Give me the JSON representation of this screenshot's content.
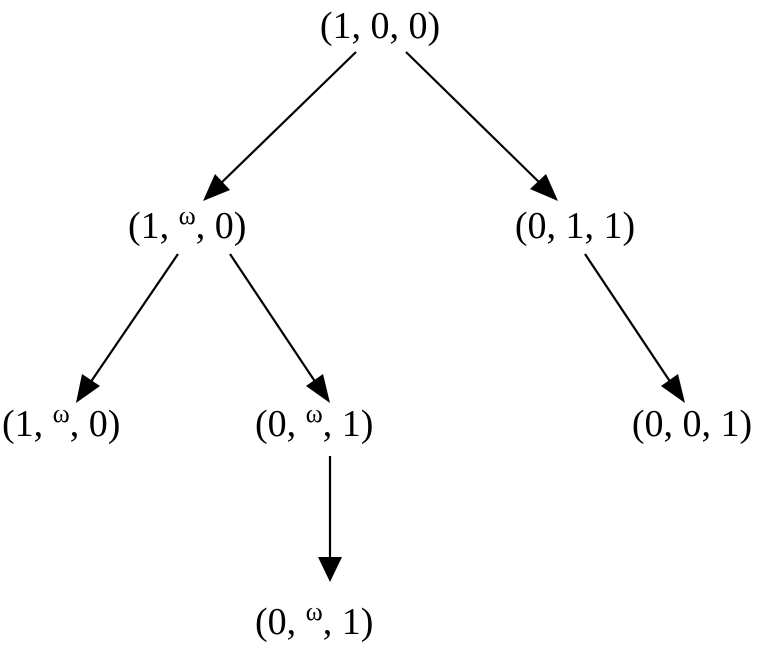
{
  "nodes": [
    {
      "id": "n1",
      "parts": [
        "(1, 0, 0)"
      ]
    },
    {
      "id": "n2",
      "parts": [
        "(1, ",
        "ω",
        ", 0)"
      ]
    },
    {
      "id": "n3",
      "parts": [
        "(0, 1, 1)"
      ]
    },
    {
      "id": "n4",
      "parts": [
        "(1, ",
        "ω",
        ", 0)"
      ]
    },
    {
      "id": "n5",
      "parts": [
        "(0, ",
        "ω",
        ", 1)"
      ]
    },
    {
      "id": "n6",
      "parts": [
        "(0, 0, 1)"
      ]
    },
    {
      "id": "n7",
      "parts": [
        "(0, ",
        "ω",
        ", 1)"
      ]
    }
  ],
  "edges": [
    {
      "from": "n1",
      "to": "n2"
    },
    {
      "from": "n1",
      "to": "n3"
    },
    {
      "from": "n2",
      "to": "n4"
    },
    {
      "from": "n2",
      "to": "n5"
    },
    {
      "from": "n3",
      "to": "n6"
    },
    {
      "from": "n5",
      "to": "n7"
    }
  ]
}
